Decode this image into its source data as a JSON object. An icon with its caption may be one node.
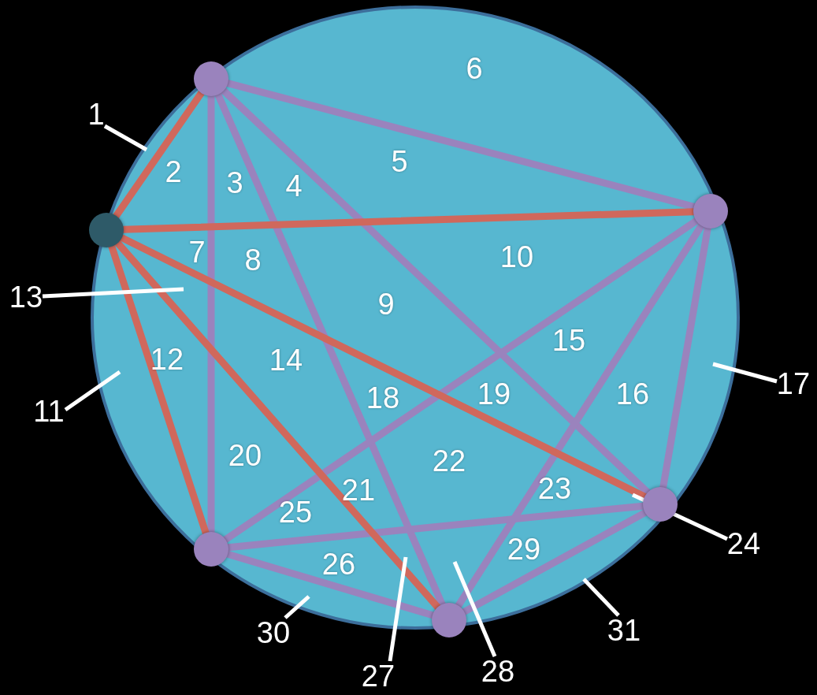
{
  "diagram": {
    "nodes": [
      {
        "text": [],
        "shape": "circle"
      },
      {
        "text": [],
        "shape": "circle"
      },
      {
        "text": [],
        "shape": "circle"
      },
      {
        "text": [],
        "shape": "circle"
      },
      {
        "text": [],
        "shape": "circle"
      },
      {
        "text": [],
        "shape": "circle"
      },
      {
        "text": [
          "1"
        ]
      },
      {
        "text": [
          "13"
        ]
      },
      {
        "text": [
          "11"
        ]
      },
      {
        "text": [
          "17"
        ]
      },
      {
        "text": [
          "24"
        ]
      },
      {
        "text": [
          "30"
        ]
      },
      {
        "text": [
          "27"
        ]
      },
      {
        "text": [
          "28"
        ]
      },
      {
        "text": [
          "31"
        ]
      }
    ],
    "edges": [
      {
        "from": 0,
        "to": 2,
        "arrow": "none"
      },
      {
        "from": 0,
        "to": 3,
        "arrow": "none"
      },
      {
        "from": 0,
        "to": 4,
        "arrow": "none"
      },
      {
        "from": 0,
        "to": 5,
        "arrow": "none"
      },
      {
        "from": 2,
        "to": 3,
        "arrow": "none"
      },
      {
        "from": 2,
        "to": 4,
        "arrow": "none"
      },
      {
        "from": 2,
        "to": 5,
        "arrow": "none"
      },
      {
        "from": 3,
        "to": 4,
        "arrow": "none"
      },
      {
        "from": 3,
        "to": 5,
        "arrow": "none"
      },
      {
        "from": 4,
        "to": 5,
        "arrow": "none"
      },
      {
        "from": 1,
        "to": 0,
        "arrow": "none",
        "color": "#d0685c"
      },
      {
        "from": 1,
        "to": 2,
        "arrow": "none",
        "color": "#d0685c"
      },
      {
        "from": 1,
        "to": 3,
        "arrow": "none",
        "color": "#d0685c"
      },
      {
        "from": 1,
        "to": 4,
        "arrow": "none",
        "color": "#d0685c"
      },
      {
        "from": 1,
        "to": 5,
        "arrow": "none",
        "color": "#d0685c"
      },
      {
        "from": 6,
        "to": null,
        "arrow": "none",
        "color": "#ffffff"
      },
      {
        "from": 7,
        "to": null,
        "arrow": "none",
        "color": "#ffffff"
      },
      {
        "from": 8,
        "to": null,
        "arrow": "none",
        "color": "#ffffff"
      },
      {
        "from": 9,
        "to": null,
        "arrow": "none",
        "color": "#ffffff"
      },
      {
        "from": 10,
        "to": null,
        "arrow": "none",
        "color": "#ffffff"
      },
      {
        "from": 11,
        "to": null,
        "arrow": "none",
        "color": "#ffffff"
      },
      {
        "from": 12,
        "to": null,
        "arrow": "none",
        "color": "#ffffff"
      },
      {
        "from": 13,
        "to": null,
        "arrow": "none",
        "color": "#ffffff"
      },
      {
        "from": 14,
        "to": null,
        "arrow": "none",
        "color": "#ffffff"
      }
    ],
    "labels": [
      "6",
      "5",
      "2",
      "3",
      "4",
      "7",
      "8",
      "10",
      "9",
      "15",
      "12",
      "14",
      "18",
      "19",
      "16",
      "20",
      "22",
      "21",
      "23",
      "25",
      "29",
      "26"
    ]
  }
}
